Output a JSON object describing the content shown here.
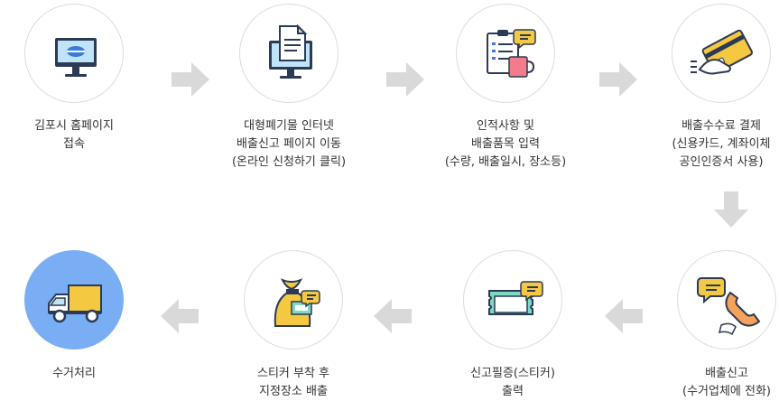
{
  "colors": {
    "circle_border": "#dcdcdc",
    "arrow_gray": "#d9d9d9",
    "highlight_blue": "#79aef5",
    "icon_dark": "#2b3a55",
    "icon_blue": "#3a7bd5",
    "icon_yellow": "#f5c842",
    "icon_mint": "#7fd8c6",
    "icon_pink": "#f47b8a"
  },
  "steps": [
    {
      "icon": "monitor-icon",
      "lines": [
        "김포시 홈페이지",
        "접속"
      ]
    },
    {
      "icon": "document-monitor-icon",
      "lines": [
        "대형폐기물 인터넷",
        "배출신고 페이지 이동",
        "(온라인 신청하기 클릭)"
      ]
    },
    {
      "icon": "clipboard-cup-icon",
      "lines": [
        "인적사항 및",
        "배출품목 입력",
        "(수량, 배출일시, 장소등)"
      ]
    },
    {
      "icon": "credit-card-icon",
      "lines": [
        "배출수수료 결제",
        "(신용카드, 계좌이체",
        "공인인증서 사용)"
      ]
    },
    {
      "icon": "phone-chat-icon",
      "lines": [
        "배출신고",
        "(수거업체에 전화)"
      ]
    },
    {
      "icon": "sticker-icon",
      "lines": [
        "신고필증(스티커)",
        "출력"
      ]
    },
    {
      "icon": "bag-sticker-icon",
      "lines": [
        "스티커 부착 후",
        "지정장소 배출"
      ]
    },
    {
      "icon": "truck-icon",
      "lines": [
        "수거처리"
      ]
    }
  ]
}
